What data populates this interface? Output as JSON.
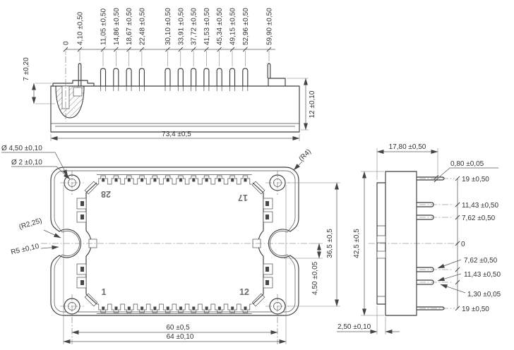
{
  "drawing": {
    "front_view": {
      "pin_x_labels": [
        "0",
        "4,10 ±0,50",
        "11,05 ±0,50",
        "14,86 ±0,50",
        "18,67 ±0,50",
        "22,48 ±0,50",
        "30,10 ±0,50",
        "33,91 ±0,50",
        "37,72 ±0,50",
        "41,53 ±0,50",
        "45,34 ±0,50",
        "49,15 ±0,50",
        "52,96 ±0,50",
        "59,90 ±0,50"
      ],
      "pin_height": "7 ±0,20",
      "overall_width": "73,4 ±0,5",
      "body_height": "12 ±0,10"
    },
    "top_view": {
      "mounting_hole_outer": "Ø 4,50 ±0,10",
      "mounting_hole_inner": "Ø 2 ±0,10",
      "notch_radius_ref": "(R2,25)",
      "notch_radius": "R5 ±0,10",
      "corner_radius_ref": "(R4)",
      "hole_pitch_vertical": "36,5 ±0,5",
      "notch_center_offset": "4,50 ±0,05",
      "hole_pitch_horizontal": "60 ±0,5",
      "outer_pin_span": "64 ±0,10",
      "pin_numbers": {
        "top_left": "28",
        "top_right": "17",
        "bottom_left": "1",
        "bottom_right": "12"
      }
    },
    "side_view": {
      "depth": "17,80 ±0,50",
      "lead_thickness": "0,80 ±0,05",
      "height": "42,5 ±0,5",
      "baseplate_thickness": "2,50 ±0,10",
      "pin_offset_labels": [
        "19 ±0,50",
        "11,43 ±0,50",
        "7,62 ±0,50",
        "0",
        "7,62 ±0,50",
        "11,43 ±0,50",
        "1,30 ±0,05",
        "19 ±0,50"
      ]
    }
  }
}
